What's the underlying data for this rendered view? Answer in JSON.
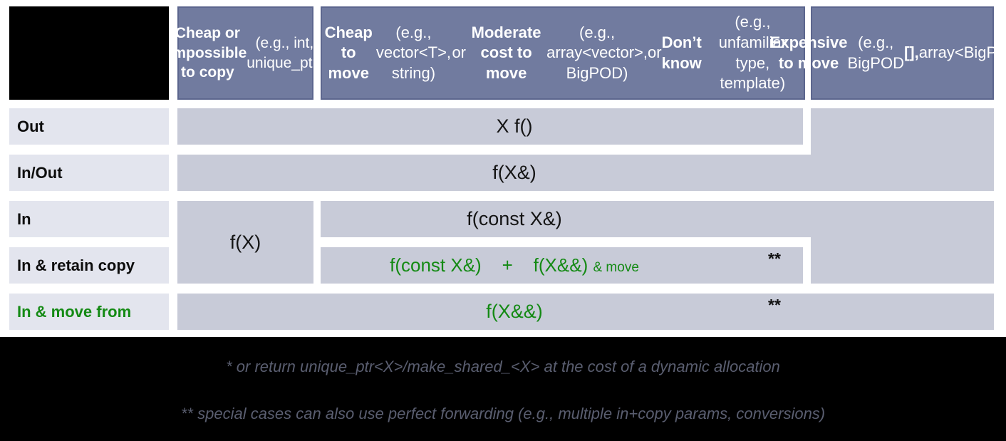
{
  "slide": {
    "columns": [
      {
        "segments": [
          {
            "t": "Cheap or impossible to copy",
            "b": true
          },
          {
            "t": " (e.g., int, unique_ptr)"
          }
        ]
      },
      {
        "segments": [
          {
            "t": "Cheap to move",
            "b": true
          },
          {
            "t": " (e.g., vector<T>, string)"
          },
          {
            "br": true
          },
          {
            "t": "or "
          },
          {
            "t": "Moderate cost to move",
            "b": true
          },
          {
            "t": " (e.g., array<vector>, BigPOD)"
          },
          {
            "br": true
          },
          {
            "t": "or "
          },
          {
            "t": "Don’t know",
            "b": true
          },
          {
            "t": " (e.g., unfamiliar type, template)"
          }
        ]
      },
      {
        "segments": [
          {
            "t": "Expensive to move",
            "b": true
          },
          {
            "br": true
          },
          {
            "t": "(e.g., BigPOD"
          },
          {
            "t": "[],",
            "b": true
          },
          {
            "br": true
          },
          {
            "t": "array<BigPOD>)"
          }
        ]
      }
    ],
    "rows": [
      {
        "label": "Out"
      },
      {
        "label": "In/Out"
      },
      {
        "label": "In"
      },
      {
        "label": "In & retain copy"
      },
      {
        "label": "In & move from"
      }
    ],
    "cells": {
      "out": "X f()",
      "inout": "f(X&)",
      "in": "f(const X&)",
      "copy_column": "f(X)",
      "retain_segments": [
        {
          "t": "f(const X&)    +    f(X&&) "
        },
        {
          "t": "& move",
          "s": true
        }
      ],
      "movefrom": "f(X&&)",
      "double_star": "**"
    },
    "footnotes": [
      "* or return unique_ptr<X>/make_shared_<X> at the cost of a dynamic allocation",
      "** special cases can also use perfect forwarding (e.g., multiple in+copy params, conversions)"
    ],
    "colors": {
      "header_bg": "#717b9f",
      "cell_bg": "#c8cbd8",
      "row_label_bg": "#e3e5ee",
      "green_accent": "#148a14",
      "footer_bg": "#000000",
      "footer_text": "#5a5e70",
      "header_text": "#ffffff"
    }
  }
}
